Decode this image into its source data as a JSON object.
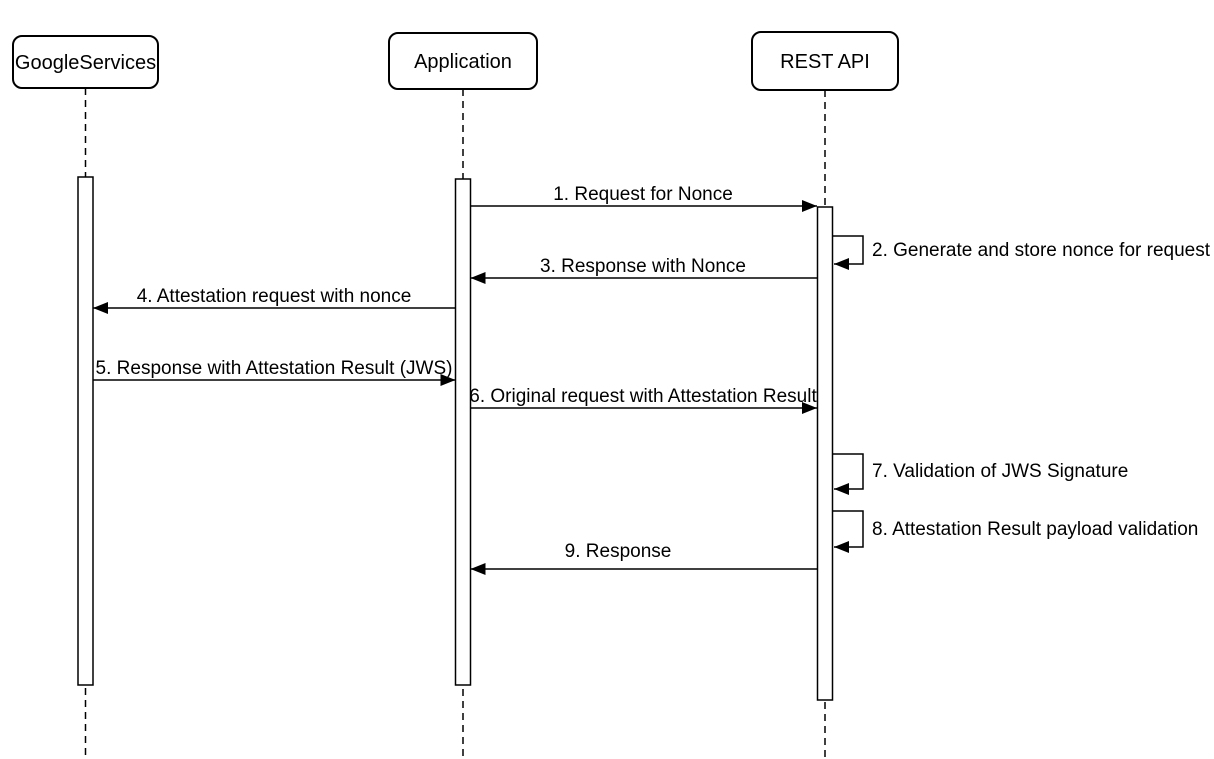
{
  "diagram_type": "uml-sequence",
  "actors": [
    {
      "name": "GoogleServices"
    },
    {
      "name": "Application"
    },
    {
      "name": "REST API"
    }
  ],
  "messages": [
    {
      "label": "1. Request for Nonce",
      "from": "Application",
      "to": "REST API",
      "self": false
    },
    {
      "label": "2. Generate and store nonce for request",
      "from": "REST API",
      "to": "REST API",
      "self": true
    },
    {
      "label": "3. Response with Nonce",
      "from": "REST API",
      "to": "Application",
      "self": false
    },
    {
      "label": "4. Attestation request with nonce",
      "from": "Application",
      "to": "GoogleServices",
      "self": false
    },
    {
      "label": "5. Response with Attestation Result (JWS)",
      "from": "GoogleServices",
      "to": "Application",
      "self": false
    },
    {
      "label": "6. Original request with Attestation Result",
      "from": "Application",
      "to": "REST API",
      "self": false
    },
    {
      "label": "7. Validation of JWS Signature",
      "from": "REST API",
      "to": "REST API",
      "self": true
    },
    {
      "label": "8. Attestation Result payload validation",
      "from": "REST API",
      "to": "REST API",
      "self": true
    },
    {
      "label": "9. Response",
      "from": "REST API",
      "to": "Application",
      "self": false
    }
  ],
  "colors": {
    "stroke": "#000000",
    "background": "#ffffff"
  }
}
